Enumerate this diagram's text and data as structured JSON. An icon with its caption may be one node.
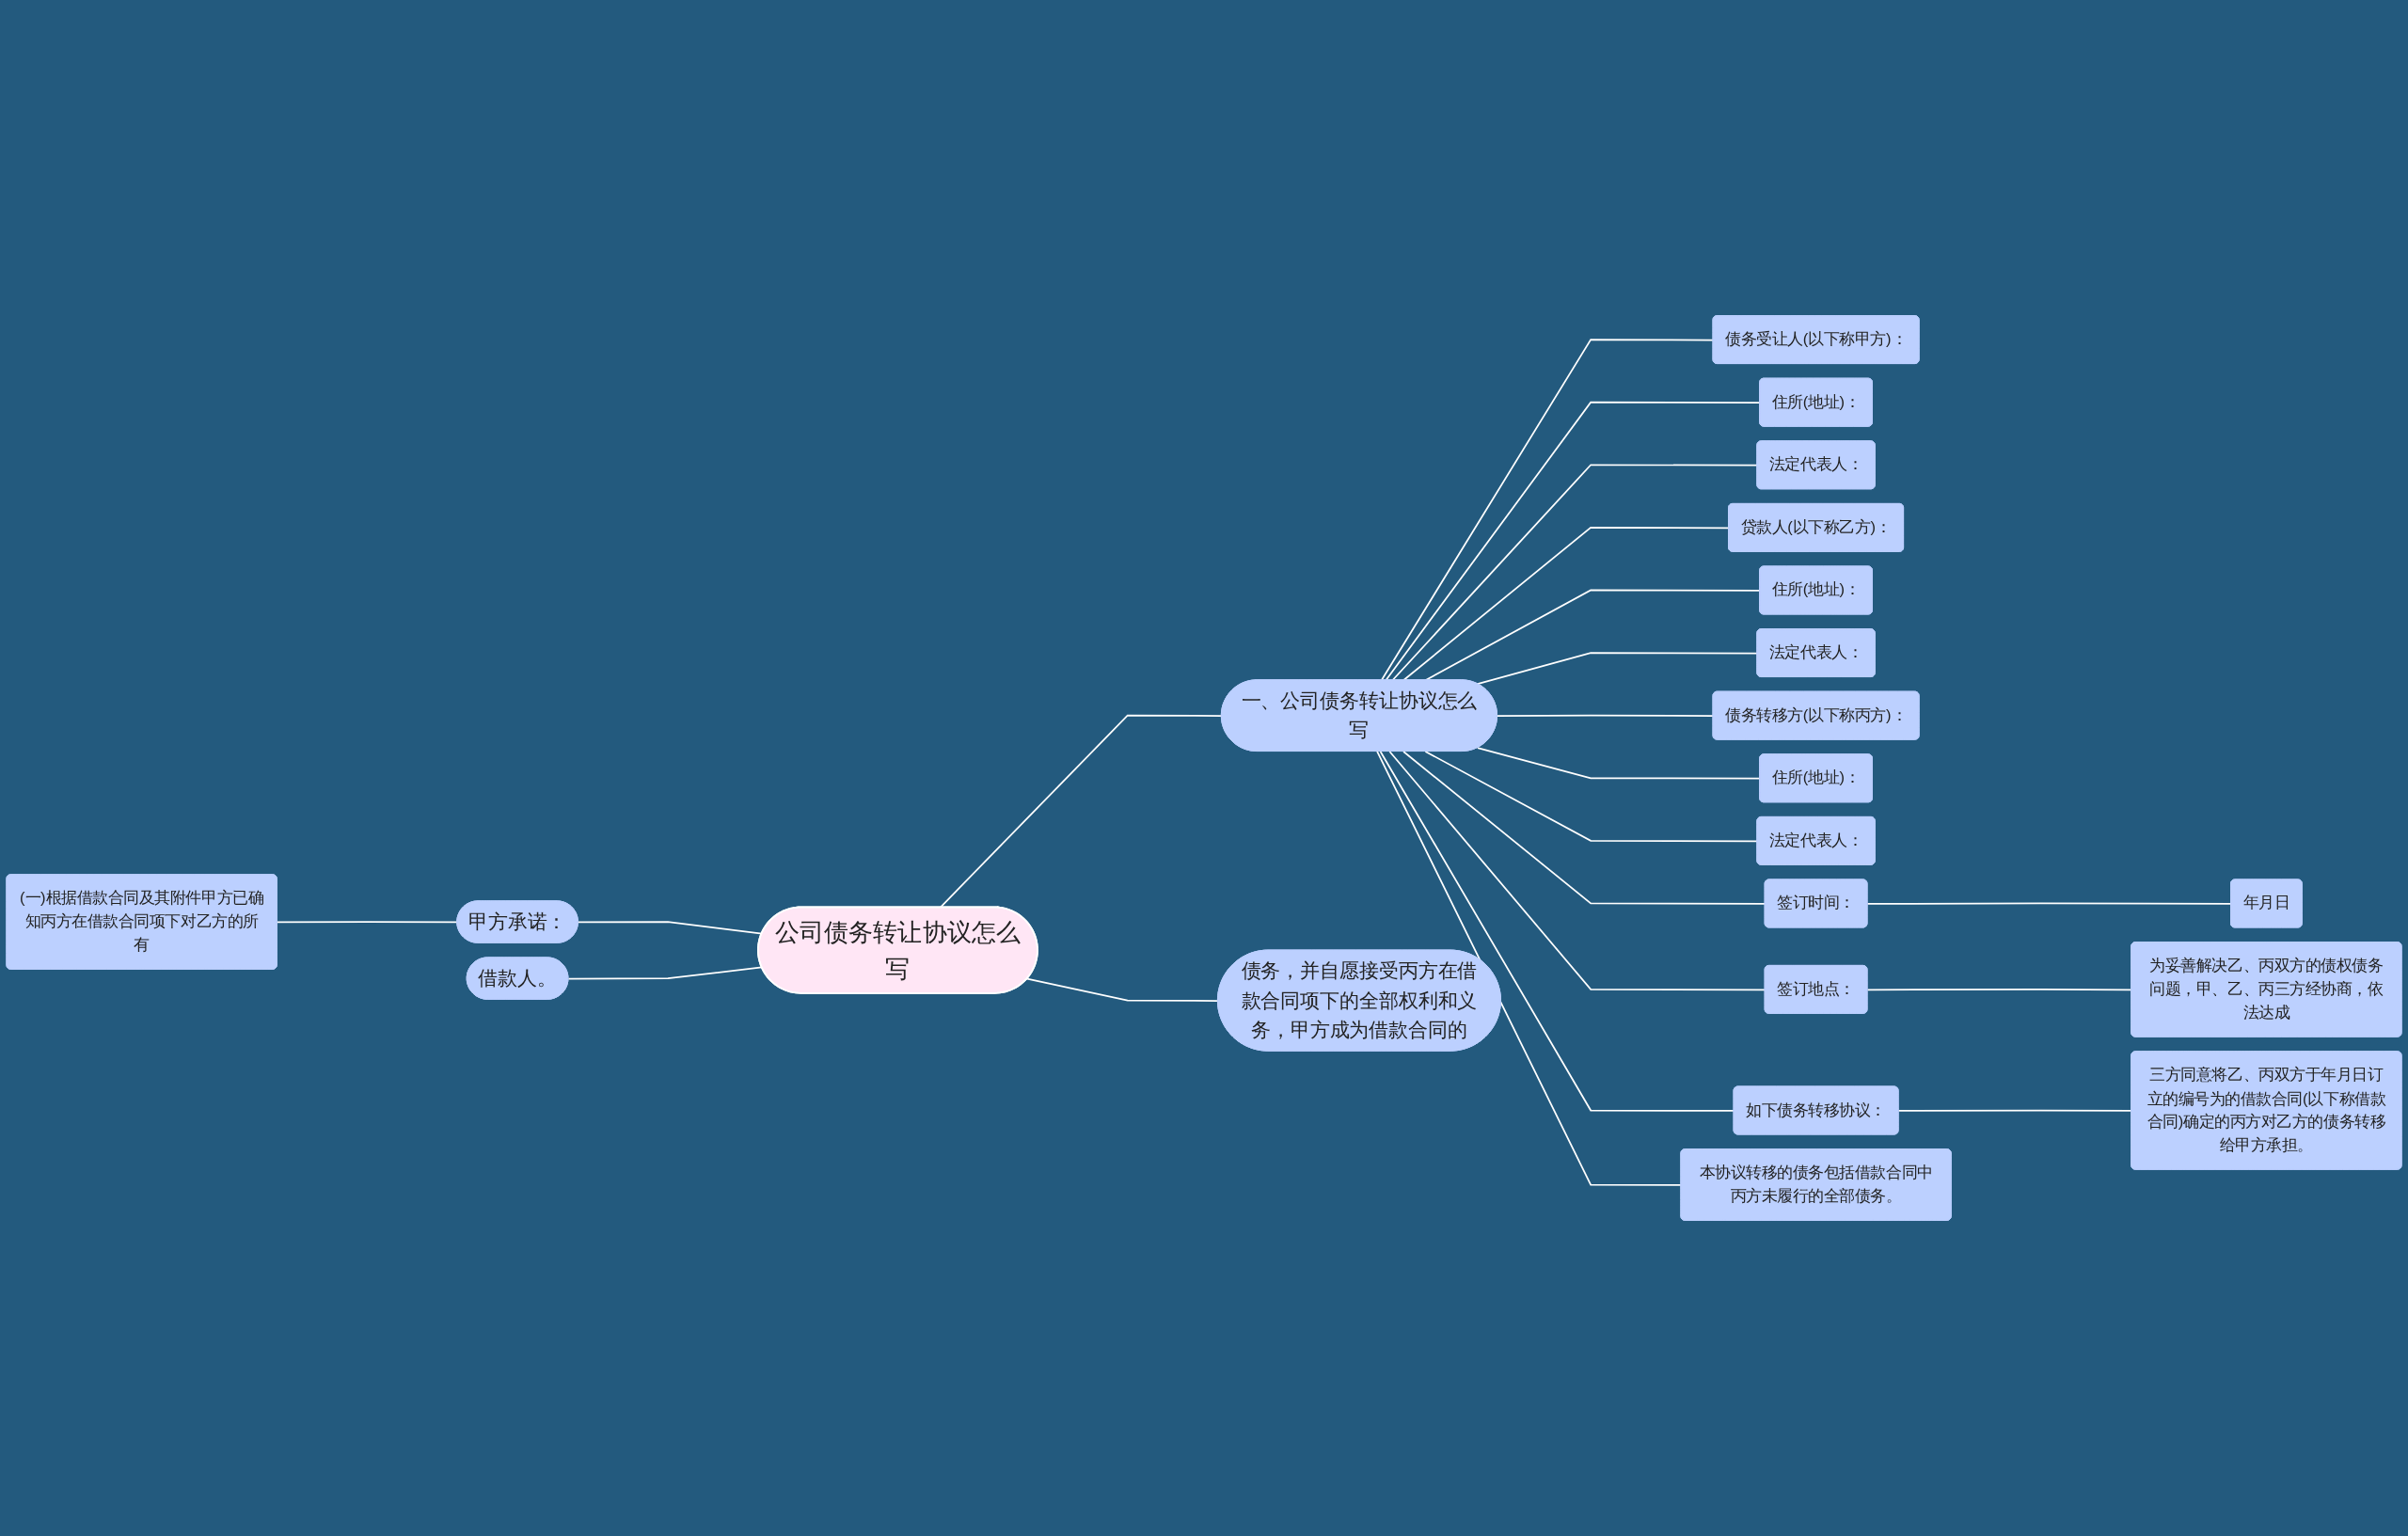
{
  "diagram": {
    "nodes": [
      {
        "text": [
          "公司债务转让协议怎么写"
        ]
      },
      {
        "text": [
          "一、公司债务转让协议怎么写"
        ]
      },
      {
        "text": [
          "债务受让人(以下称甲方)："
        ]
      },
      {
        "text": [
          "住所(地址)："
        ]
      },
      {
        "text": [
          "法定代表人："
        ]
      },
      {
        "text": [
          "贷款人(以下称乙方)："
        ]
      },
      {
        "text": [
          "住所(地址)："
        ]
      },
      {
        "text": [
          "法定代表人："
        ]
      },
      {
        "text": [
          "债务转移方(以下称丙方)："
        ]
      },
      {
        "text": [
          "住所(地址)："
        ]
      },
      {
        "text": [
          "法定代表人："
        ]
      },
      {
        "text": [
          "签订时间："
        ]
      },
      {
        "text": [
          "年月日"
        ]
      },
      {
        "text": [
          "签订地点："
        ]
      },
      {
        "text": [
          "为妥善解决乙、丙双方的债权债务问题，甲、乙、丙三方经协商，依法达成"
        ]
      },
      {
        "text": [
          "如下债务转移协议："
        ]
      },
      {
        "text": [
          "三方同意将乙、丙双方于年月日订立的编号为的借款合同(以下称借款合同)确定的丙方对乙方的债务转移给甲方承担。"
        ]
      },
      {
        "text": [
          "本协议转移的债务包括借款合同中丙方未履行的全部债务。"
        ]
      },
      {
        "text": [
          "债务，并自愿接受丙方在借款合同项下的全部权利和义务，甲方成为借款合同的"
        ]
      },
      {
        "text": [
          "甲方承诺："
        ]
      },
      {
        "text": [
          "(一)根据借款合同及其附件甲方已确知丙方在借款合同项下对乙方的所有"
        ]
      },
      {
        "text": [
          "借款人。"
        ]
      }
    ],
    "edges": [
      {
        "from": 0,
        "to": 1,
        "arrow": "none"
      },
      {
        "from": 1,
        "to": 2,
        "arrow": "none"
      },
      {
        "from": 1,
        "to": 3,
        "arrow": "none"
      },
      {
        "from": 1,
        "to": 4,
        "arrow": "none"
      },
      {
        "from": 1,
        "to": 5,
        "arrow": "none"
      },
      {
        "from": 1,
        "to": 6,
        "arrow": "none"
      },
      {
        "from": 1,
        "to": 7,
        "arrow": "none"
      },
      {
        "from": 1,
        "to": 8,
        "arrow": "none"
      },
      {
        "from": 1,
        "to": 9,
        "arrow": "none"
      },
      {
        "from": 1,
        "to": 10,
        "arrow": "none"
      },
      {
        "from": 1,
        "to": 11,
        "arrow": "none"
      },
      {
        "from": 11,
        "to": 12,
        "arrow": "none"
      },
      {
        "from": 1,
        "to": 13,
        "arrow": "none"
      },
      {
        "from": 13,
        "to": 14,
        "arrow": "none"
      },
      {
        "from": 1,
        "to": 15,
        "arrow": "none"
      },
      {
        "from": 15,
        "to": 16,
        "arrow": "none"
      },
      {
        "from": 1,
        "to": 17,
        "arrow": "none"
      },
      {
        "from": 0,
        "to": 18,
        "arrow": "none"
      },
      {
        "from": 19,
        "to": 0,
        "arrow": "none"
      },
      {
        "from": 20,
        "to": 19,
        "arrow": "none"
      },
      {
        "from": 21,
        "to": 0,
        "arrow": "none"
      }
    ]
  }
}
